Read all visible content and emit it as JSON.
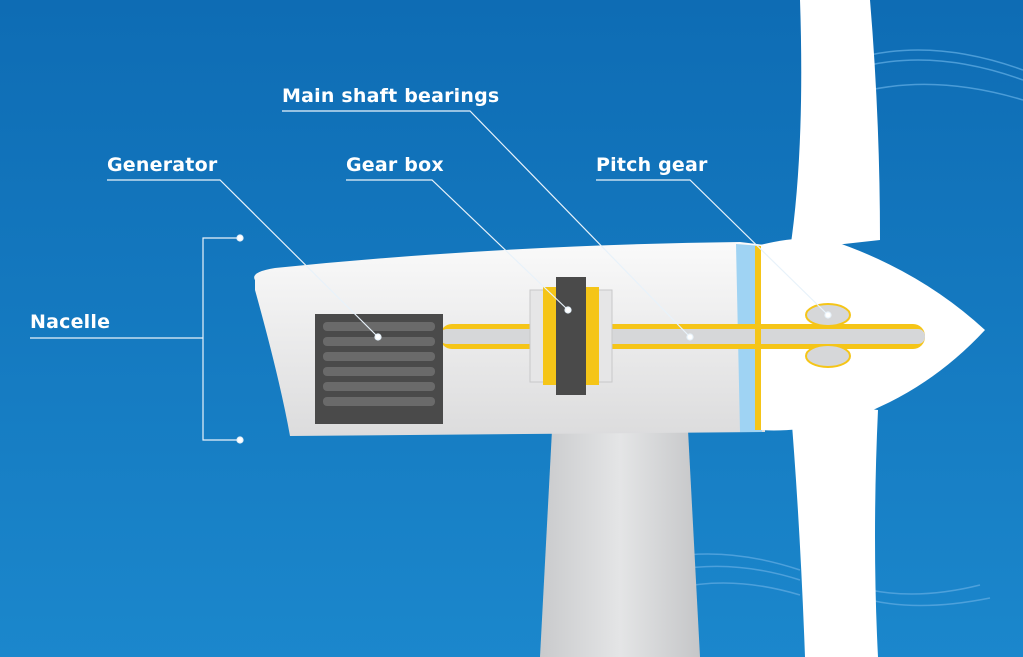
{
  "title": "Wind turbine nacelle components",
  "labels": {
    "main_shaft_bearings": "Main shaft bearings",
    "generator": "Generator",
    "gear_box": "Gear box",
    "pitch_gear": "Pitch gear",
    "nacelle": "Nacelle"
  },
  "colors": {
    "background_top": "#0e6cb4",
    "background_bottom": "#1b87cc",
    "lubricant": "#f5c518",
    "generator": "#4a4a4a",
    "body": "#f2f2f2"
  }
}
